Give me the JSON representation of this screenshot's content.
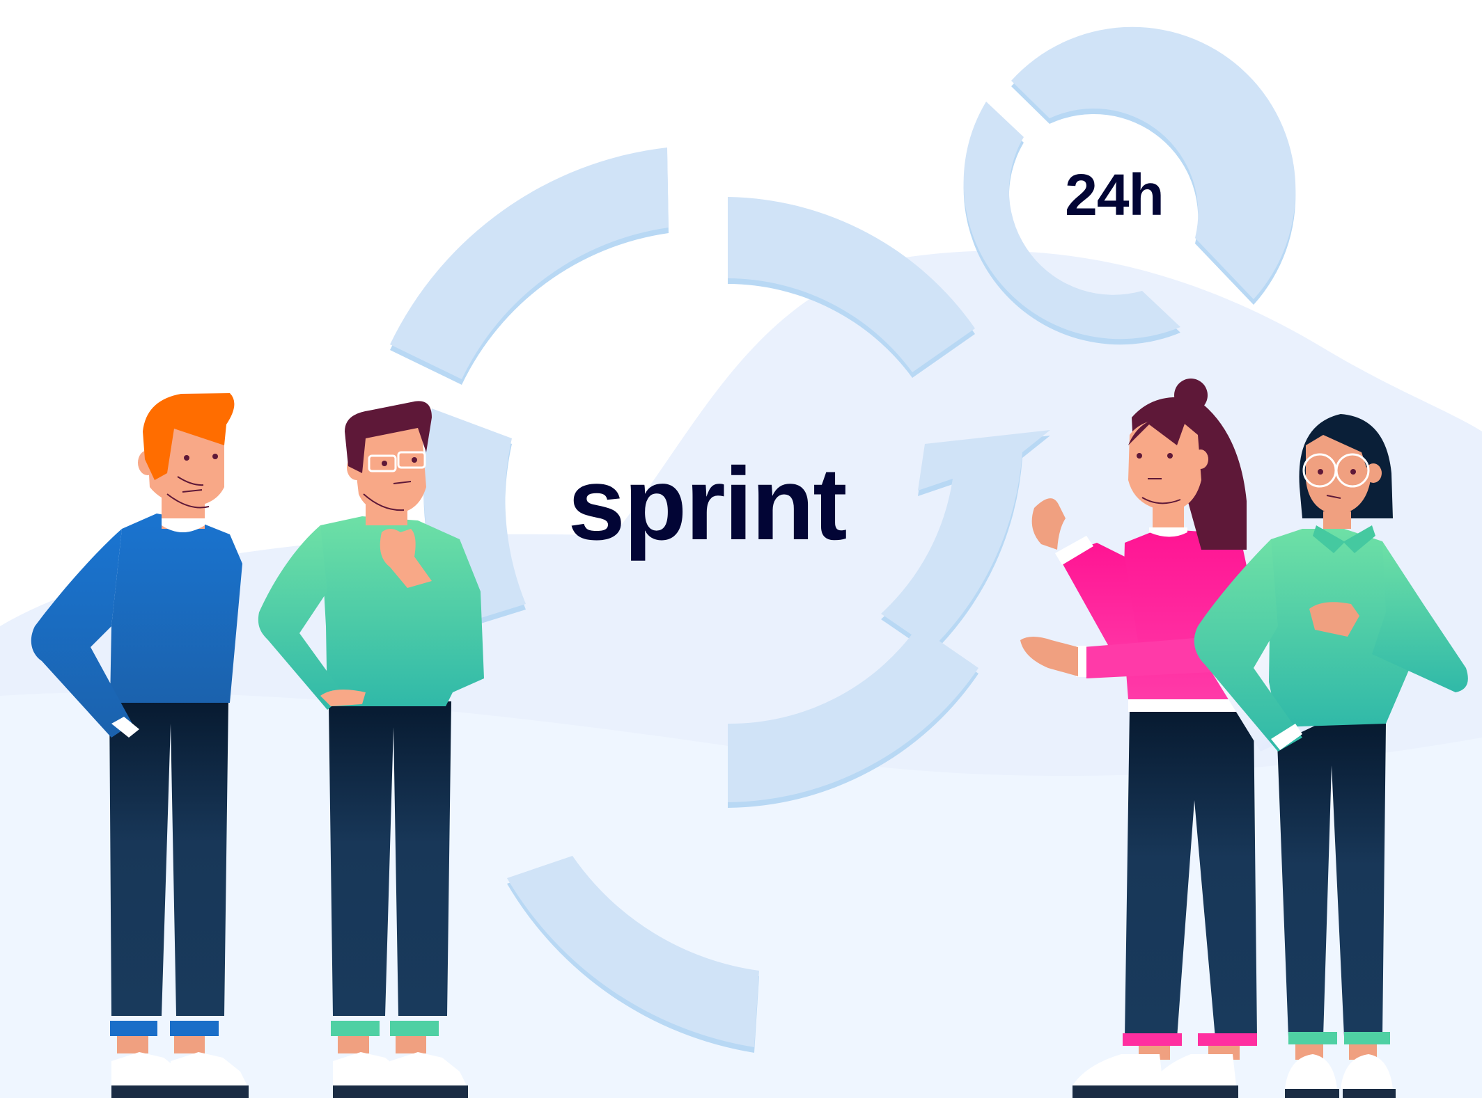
{
  "illustration": {
    "main_label": "sprint",
    "timer_label": "24h",
    "colors": {
      "background": "#ffffff",
      "wave": "#eaf1fd",
      "wave_light": "#eff6ff",
      "arc_fill": "#d0e3f7",
      "arc_shadow": "#b8d8f4",
      "text_dark": "#020535",
      "blue_sweater": "#1a6ec8",
      "green_sweater": "#55d3a6",
      "pink_sweater": "#ff1f9a",
      "pants_navy": "#183758",
      "skin": "#f8a887",
      "hair_orange": "#ff6d00",
      "hair_plum": "#5e1838",
      "hair_navy": "#0a1f38",
      "shoe_white": "#ffffff",
      "sole_dark": "#1a2c44"
    },
    "people": [
      {
        "name": "man-orange-hair",
        "sweater": "blue",
        "pose": "hand-in-pocket"
      },
      {
        "name": "man-glasses",
        "sweater": "green",
        "pose": "thinking-hand-on-chin"
      },
      {
        "name": "woman-bun",
        "sweater": "pink",
        "pose": "presenting-gesture"
      },
      {
        "name": "woman-round-glasses",
        "sweater": "green",
        "pose": "holding-folder"
      }
    ]
  }
}
